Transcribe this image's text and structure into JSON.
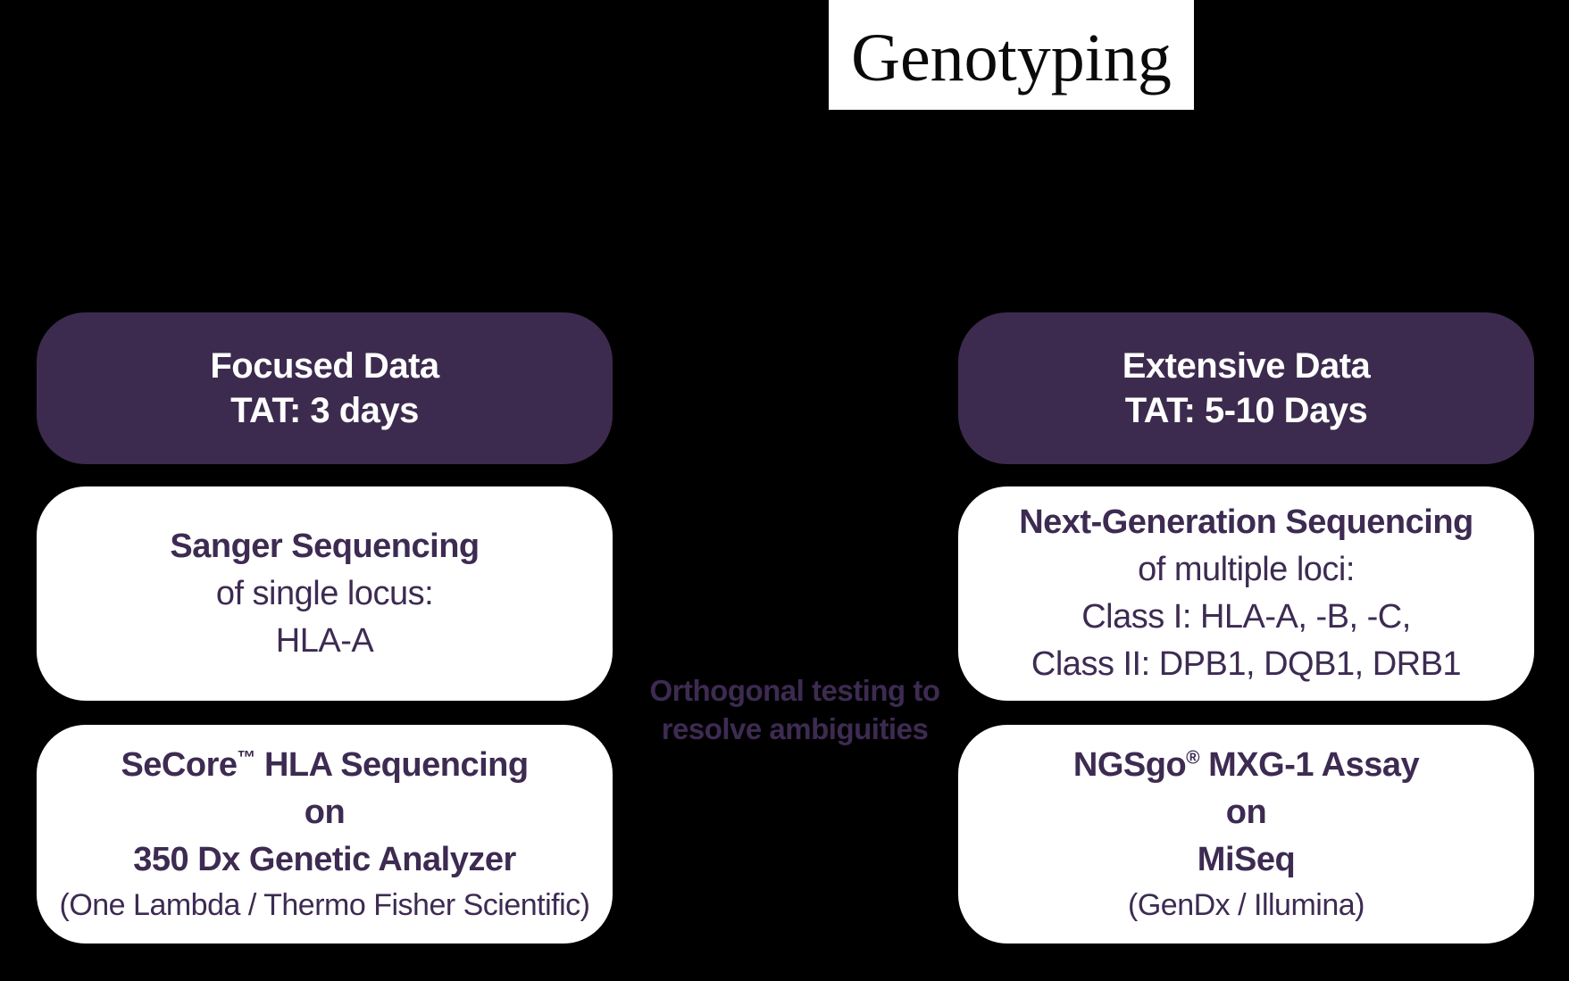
{
  "title": {
    "text": "Genotyping"
  },
  "colors": {
    "background": "#000000",
    "header_pill_fill": "#3c2b4e",
    "body_pill_fill": "#ffffff",
    "body_text": "#3d2b52",
    "header_text": "#ffffff",
    "title_box_fill": "#ffffff",
    "title_text": "#0a0a0a"
  },
  "center_note": {
    "lines": [
      "Orthogonal testing to",
      "resolve ambiguities"
    ]
  },
  "left_branch": {
    "header": {
      "lines": [
        "Focused Data",
        "TAT: 3 days"
      ]
    },
    "method_box": {
      "title": "Sanger Sequencing",
      "lines": [
        "of single locus:",
        "HLA-A"
      ]
    },
    "platform_box": {
      "product": "SeCore",
      "trademark": "™",
      "product_rest": " HLA Sequencing",
      "connector": "on",
      "instrument": "350 Dx Genetic Analyzer",
      "vendor": "(One Lambda / Thermo Fisher Scientific)"
    }
  },
  "right_branch": {
    "header": {
      "lines": [
        "Extensive Data",
        "TAT: 5-10 Days"
      ]
    },
    "method_box": {
      "title": "Next-Generation Sequencing",
      "lines": [
        "of multiple loci:",
        "Class I: HLA-A, -B, -C,",
        "Class II: DPB1, DQB1, DRB1"
      ]
    },
    "platform_box": {
      "product": "NGSgo",
      "trademark": "®",
      "product_rest": " MXG-1 Assay",
      "connector": "on",
      "instrument": "MiSeq",
      "vendor": "(GenDx / Illumina)"
    }
  }
}
